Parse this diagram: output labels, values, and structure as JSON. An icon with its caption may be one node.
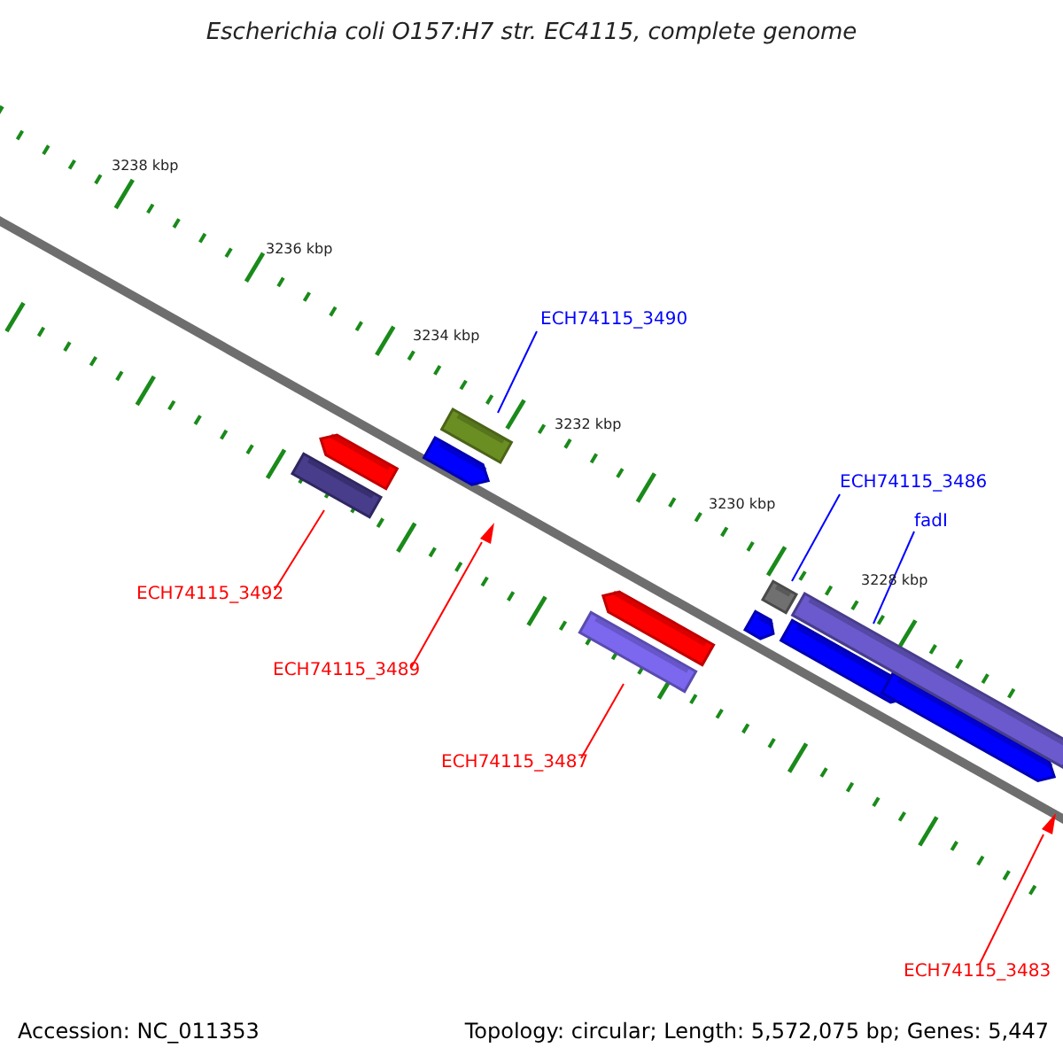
{
  "diagram": {
    "title": "Escherichia coli O157:H7 str. EC4115, complete genome",
    "nodes": [
      {
        "text": [
          "ECH74115_3490"
        ]
      },
      {
        "text": [],
        "shape": "bar"
      },
      {
        "text": [
          "ECH74115_3486"
        ]
      },
      {
        "text": [
          "fadI"
        ]
      },
      {
        "text": [],
        "shape": "bar"
      },
      {
        "text": [],
        "shape": "bar"
      },
      {
        "text": [],
        "shape": "bar"
      },
      {
        "text": [],
        "shape": "triangle"
      },
      {
        "text": [
          "ECH74115_3492"
        ]
      },
      {
        "text": [
          "ECH74115_3489"
        ]
      },
      {
        "text": [],
        "shape": "bar"
      },
      {
        "text": [
          "ECH74115_3487"
        ]
      },
      {
        "text": [],
        "shape": "triangle"
      },
      {
        "text": [
          "ECH74115_3483"
        ]
      }
    ],
    "edges": [
      {
        "from": 0,
        "to": 1,
        "arrow": "none",
        "color": "#0000ff"
      },
      {
        "from": 2,
        "to": 4,
        "arrow": "none",
        "color": "#0000ff"
      },
      {
        "from": 3,
        "to": 5,
        "arrow": "none",
        "color": "#0000ff"
      },
      {
        "from": 8,
        "to": 6,
        "arrow": "none"
      },
      {
        "from": 9,
        "to": 7,
        "arrow": "none"
      },
      {
        "from": 11,
        "to": 10,
        "arrow": "none"
      },
      {
        "from": 13,
        "to": 12,
        "arrow": "none"
      }
    ],
    "labels": [
      "3238 kbp",
      "3236 kbp",
      "3234 kbp",
      "3232 kbp",
      "3230 kbp",
      "3228 kbp",
      "Accession: NC_011353",
      "Topology: circular; Length: 5,572,075 bp; Genes: 5,447"
    ]
  }
}
